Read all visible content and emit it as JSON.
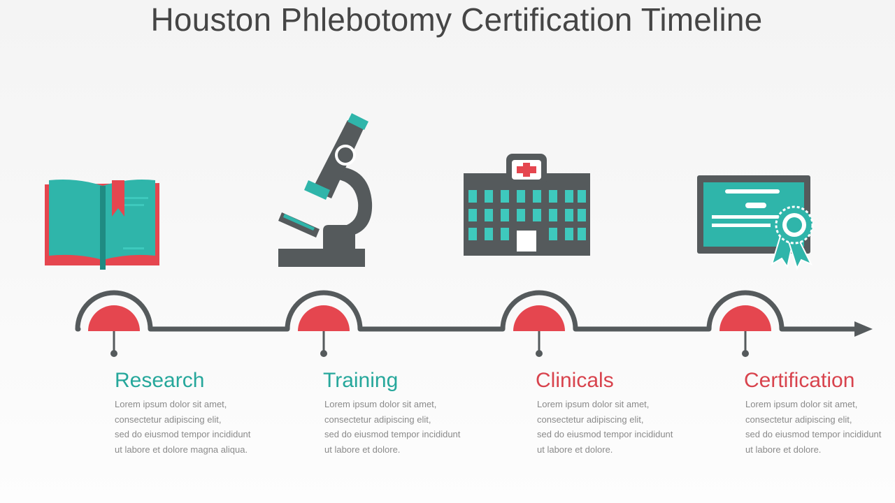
{
  "title": "Houston Phlebotomy Certification Timeline",
  "colors": {
    "teal": "#2fb5aa",
    "red": "#e5464f",
    "dark": "#555a5c",
    "text_teal": "#26a79b",
    "text_red": "#d8434d"
  },
  "steps": [
    {
      "icon": "open-book-icon",
      "label": "Research",
      "text": [
        "Lorem ipsum dolor sit amet,",
        "consectetur adipiscing elit,",
        "sed do eiusmod tempor incididunt",
        "ut labore et dolore magna aliqua."
      ]
    },
    {
      "icon": "microscope-icon",
      "label": "Training",
      "text": [
        "Lorem ipsum dolor sit amet,",
        "consectetur adipiscing elit,",
        "sed do eiusmod tempor incididunt",
        "ut labore et dolore."
      ]
    },
    {
      "icon": "hospital-icon",
      "label": "Clinicals",
      "text": [
        "Lorem ipsum dolor sit amet,",
        "consectetur adipiscing elit,",
        "sed do eiusmod tempor incididunt",
        "ut labore et dolore."
      ]
    },
    {
      "icon": "certificate-icon",
      "label": "Certification",
      "text": [
        "Lorem ipsum dolor sit amet,",
        "consectetur adipiscing elit,",
        "sed do eiusmod tempor incididunt",
        "ut labore et dolore."
      ]
    }
  ]
}
